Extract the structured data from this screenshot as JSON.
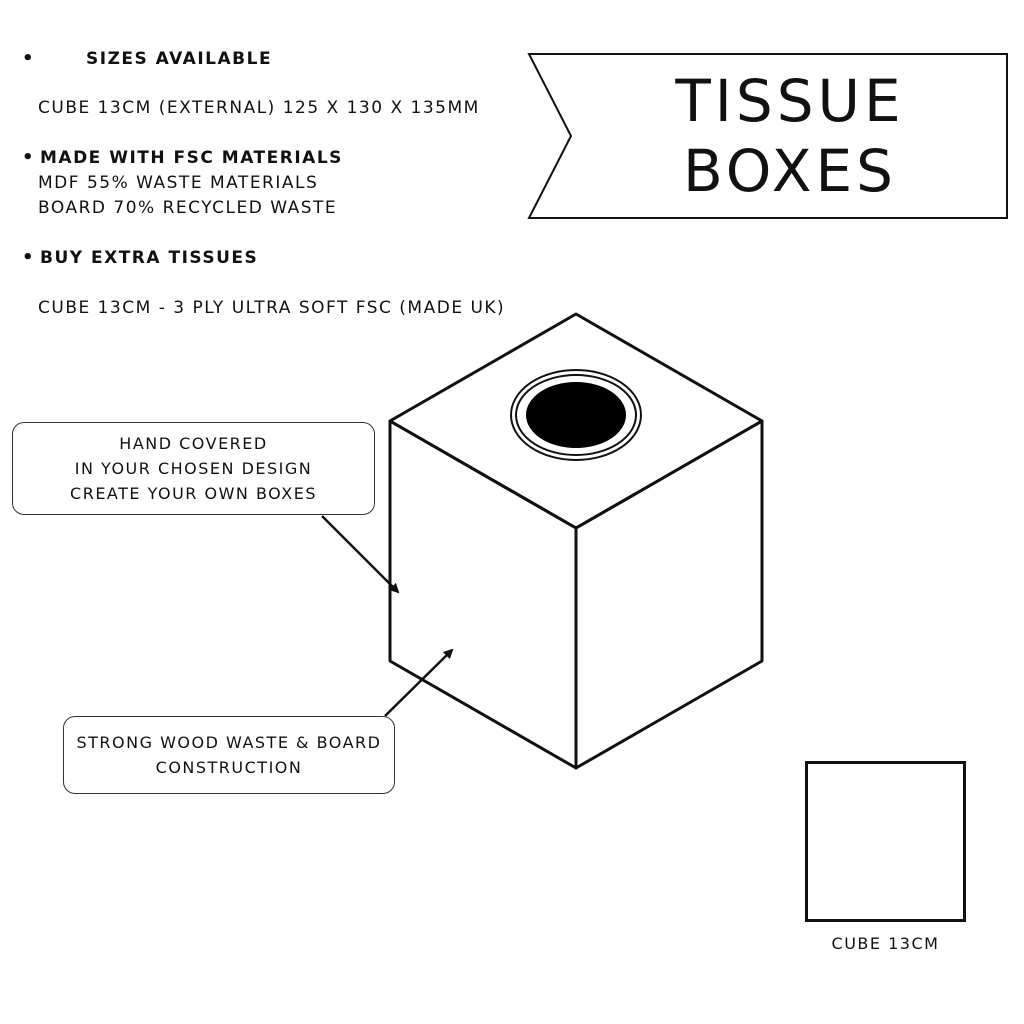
{
  "sizes": {
    "heading": "SIZES AVAILABLE",
    "detail": "CUBE 13CM (EXTERNAL) 125 X 130 X 135MM"
  },
  "materials": {
    "heading": "MADE WITH FSC MATERIALS",
    "lines": [
      "MDF 55% WASTE MATERIALS",
      "BOARD 70% RECYCLED WASTE"
    ]
  },
  "tissues": {
    "heading": "BUY EXTRA TISSUES",
    "detail": "CUBE 13CM - 3 PLY ULTRA SOFT FSC (MADE UK)"
  },
  "title": {
    "line1": "TISSUE",
    "line2": "BOXES"
  },
  "callouts": {
    "cover": [
      "HAND COVERED",
      "IN YOUR CHOSEN DESIGN",
      "CREATE YOUR OWN BOXES"
    ],
    "construction": [
      "STRONG WOOD WASTE & BOARD",
      "CONSTRUCTION"
    ]
  },
  "size_swatch": {
    "label": "CUBE 13CM"
  },
  "colors": {
    "ink": "#111111",
    "background": "#ffffff"
  }
}
